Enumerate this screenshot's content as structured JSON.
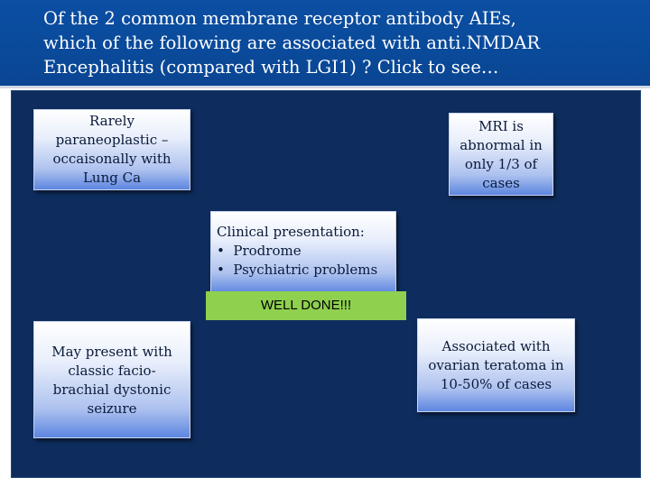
{
  "title": {
    "line1": "Of the 2 common membrane receptor antibody AIEs,",
    "line2": "which of the following are associated with anti.NMDAR",
    "line3": "Encephalitis (compared with LGI1) ? Click to see…"
  },
  "boxes": {
    "paraneoplastic": [
      "Rarely",
      "paraneoplastic –",
      "occaisonally with",
      "Lung Ca"
    ],
    "mri": [
      "MRI is",
      "abnormal in",
      "only 1/3 of",
      "cases"
    ],
    "clinical": {
      "heading": "Clinical presentation:",
      "bullets": [
        "Prodrome",
        "Psychiatric problems"
      ]
    },
    "seizure": [
      "May present with",
      "classic facio-",
      "brachial dystonic",
      "seizure"
    ],
    "teratoma": [
      "Associated with",
      "ovarian teratoma in",
      "10-50% of cases"
    ]
  },
  "feedback": "WELL DONE!!!",
  "colors": {
    "header": "#0b4ea2",
    "panel": "#0e2d5e",
    "box_gradient_bottom": "#5d86e0",
    "feedback_bg": "#8fd14f"
  }
}
